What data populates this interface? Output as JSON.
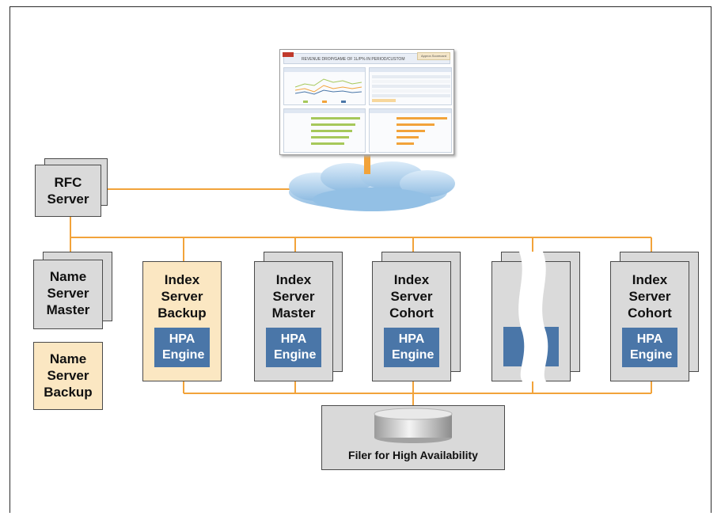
{
  "rfc_server": {
    "title": "RFC Server"
  },
  "name_server_master": {
    "title": "Name Server Master"
  },
  "name_server_backup": {
    "title": "Name Server Backup"
  },
  "index_servers": [
    {
      "title": "Index Server Backup",
      "engine": "HPA Engine",
      "style": "cream"
    },
    {
      "title": "Index Server Master",
      "engine": "HPA Engine",
      "style": "gray"
    },
    {
      "title": "Index Server Cohort",
      "engine": "HPA Engine",
      "style": "gray"
    },
    {
      "title": "",
      "engine": "",
      "style": "elided"
    },
    {
      "title": "Index Server Cohort",
      "engine": "HPA Engine",
      "style": "gray"
    }
  ],
  "filer": {
    "label": "Filer for High Availability"
  },
  "dashboard": {
    "headline": "REVENUE DROP/GAME OF 1L/P% IN PERIOD/CUSTOM",
    "badge": "Approx.Scorecard"
  },
  "colors": {
    "connector": "#f2a33a",
    "engine": "#4a76a8",
    "cream": "#fbe7c2",
    "server_gray": "#dadada",
    "arrow": "#f2a33a",
    "cloud": "#a9cbe8"
  }
}
